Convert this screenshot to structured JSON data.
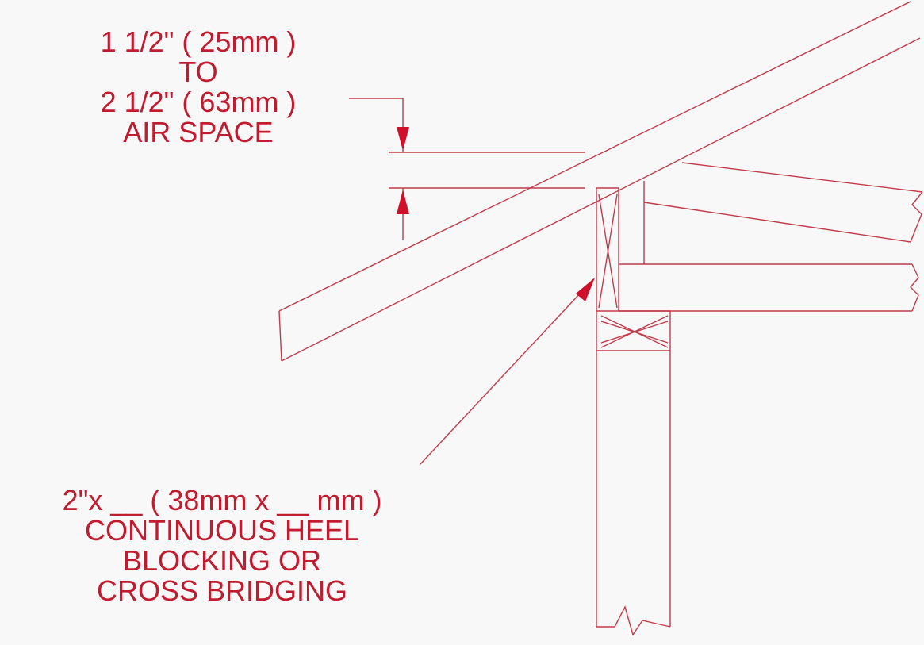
{
  "colors": {
    "annotation_text": "#c21a2e",
    "framing_line": "#c23a4a",
    "arrow_fill": "#d0102a",
    "background": "#f8f8f8"
  },
  "air_space_label": {
    "line1": "1 1/2\" ( 25mm )",
    "line2": "TO",
    "line3": "2 1/2\" ( 63mm )",
    "line4": "AIR SPACE"
  },
  "heel_label": {
    "line1": "2\"x __ ( 38mm x __ mm )",
    "line2": "CONTINUOUS HEEL",
    "line3": "BLOCKING OR",
    "line4": "CROSS BRIDGING"
  }
}
